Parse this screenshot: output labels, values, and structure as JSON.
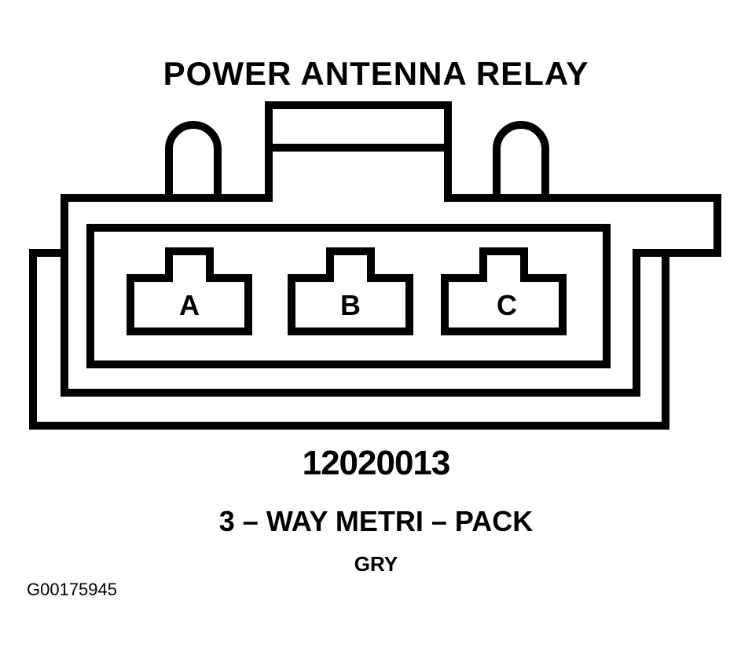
{
  "diagram": {
    "title": "POWER ANTENNA RELAY",
    "pins": [
      {
        "label": "A"
      },
      {
        "label": "B"
      },
      {
        "label": "C"
      }
    ],
    "part_number": "12020013",
    "connector_type": "3 – WAY METRI – PACK",
    "color_code": "GRY",
    "figure_id": "G00175945"
  },
  "colors": {
    "line": "#000000",
    "background": "#ffffff"
  }
}
